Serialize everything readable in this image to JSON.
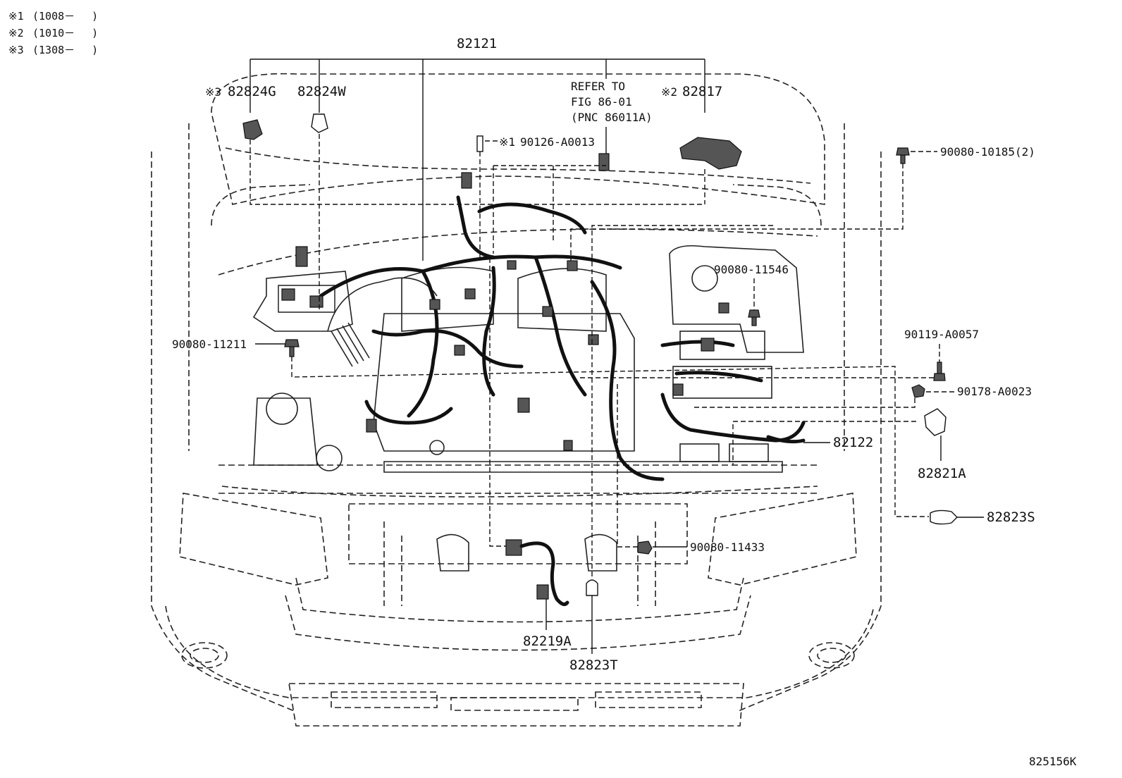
{
  "notes": [
    {
      "mark": "※1",
      "range": "(1008－　 )"
    },
    {
      "mark": "※2",
      "range": "(1010－　 )"
    },
    {
      "mark": "※3",
      "range": "(1308－　 )"
    }
  ],
  "labels": {
    "p82121": "82121",
    "p82824G": "82824G",
    "p82824G_mark": "※3",
    "p82824W": "82824W",
    "refer_line1": "REFER TO",
    "refer_line2": "FIG 86-01",
    "refer_line3": "(PNC 86011A)",
    "p82817": "82817",
    "p82817_mark": "※2",
    "p90126": "90126-A0013",
    "p90126_mark": "※1",
    "p90080_10185": "90080-10185(2)",
    "p90080_11546": "90080-11546",
    "p90119": "90119-A0057",
    "p90080_11211": "90080-11211",
    "p90178": "90178-A0023",
    "p82122": "82122",
    "p82821A": "82821A",
    "p82823S": "82823S",
    "p90080_11433": "90080-11433",
    "p82219A": "82219A",
    "p82823T": "82823T"
  },
  "figure_id": "825156K"
}
